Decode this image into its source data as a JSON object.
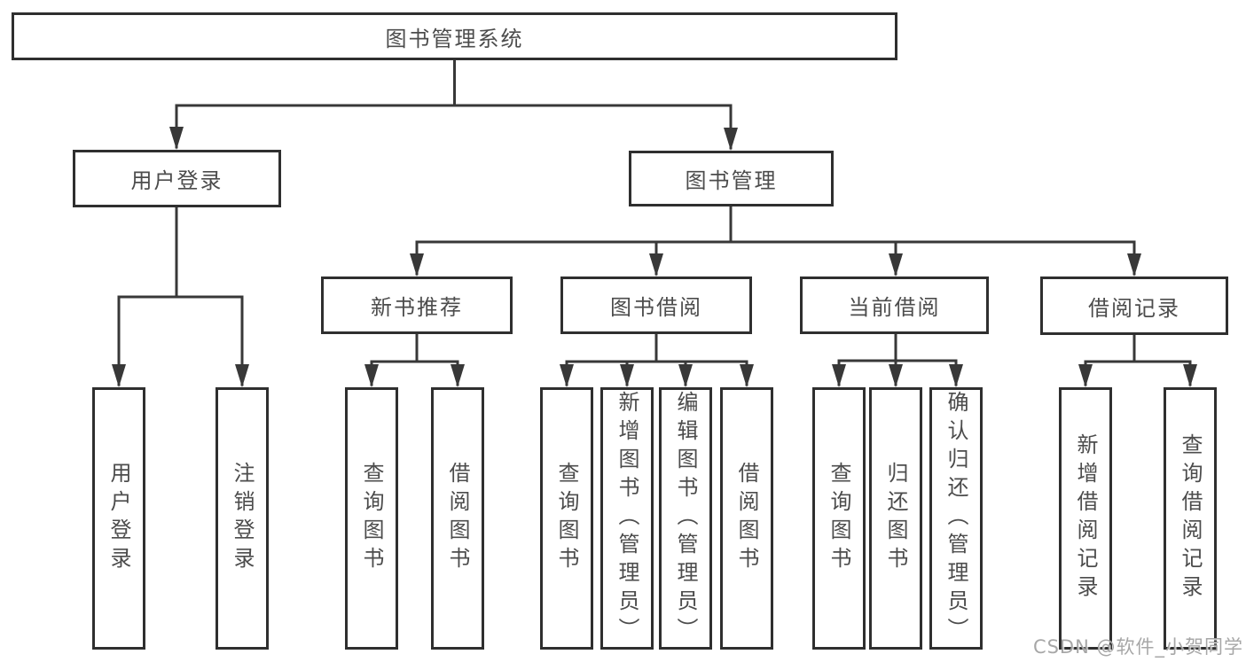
{
  "diagram": {
    "root_label": "图书管理系统",
    "level2": {
      "user_login": "用户登录",
      "book_management": "图书管理"
    },
    "level3": {
      "new_book_recommend": "新书推荐",
      "book_borrowing": "图书借阅",
      "current_borrowing": "当前借阅",
      "borrow_records": "借阅记录"
    },
    "leaves": {
      "user_login": "用户登录",
      "logout": "注销登录",
      "nbr_query_books": "查询图书",
      "nbr_borrow_books": "借阅图书",
      "bb_query_books": "查询图书",
      "bb_add_books_admin": "新增图书（管理员）",
      "bb_edit_books_admin": "编辑图书（管理员）",
      "bb_borrow_books": "借阅图书",
      "cb_query_books": "查询图书",
      "cb_return_books": "归还图书",
      "cb_confirm_return_admin": "确认归还（管理员）",
      "br_add_record": "新增借阅记录",
      "br_query_record": "查询借阅记录"
    },
    "watermark": "CSDN @软件_小贺同学"
  },
  "colors": {
    "line": "#383838",
    "box_border": "#2f2f2f",
    "text": "#4c4c4c",
    "watermark": "#a3a3a3",
    "background": "#ffffff"
  }
}
